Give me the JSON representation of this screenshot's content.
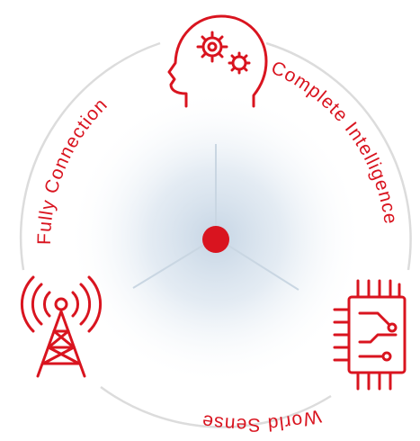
{
  "labels": {
    "top_right": "Complete Intelligence",
    "top_left": "Fully Connection",
    "bottom": "World Sense"
  },
  "icons": {
    "top": "head-with-gears-icon",
    "left": "radio-tower-icon",
    "right": "microchip-icon"
  },
  "colors": {
    "accent": "#d9141f",
    "ring": "#d9d9d9",
    "spoke": "#c7d4e0",
    "glow": "#c9d8e6"
  }
}
